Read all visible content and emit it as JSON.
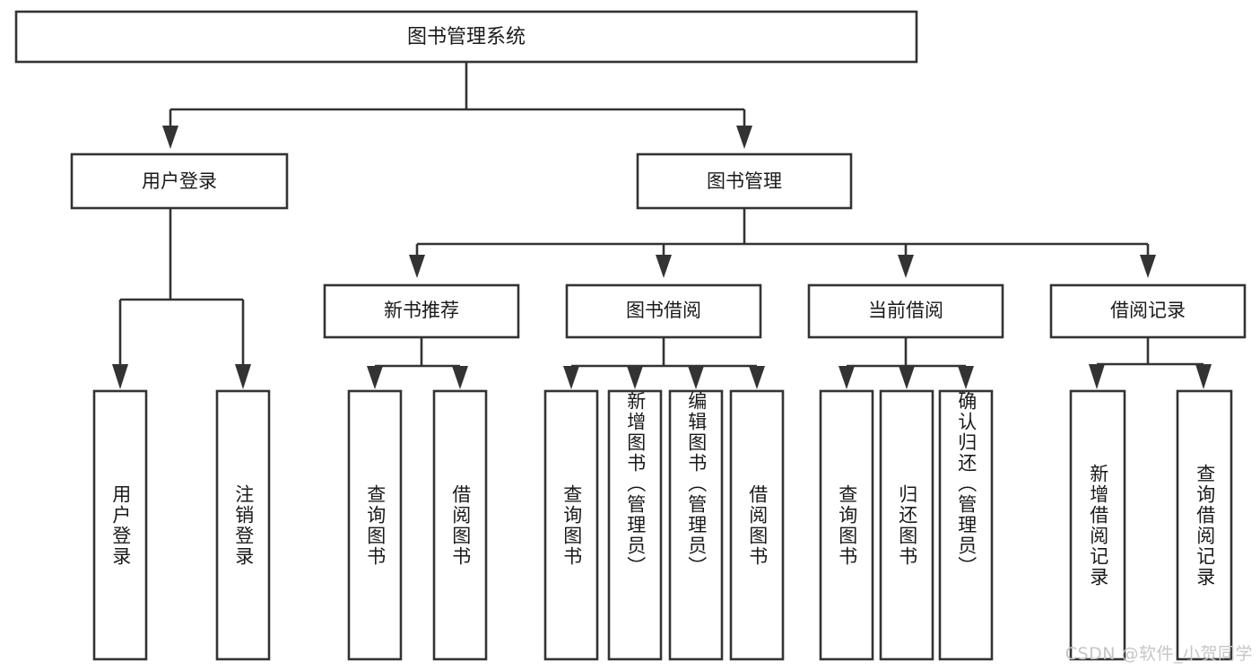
{
  "diagram": {
    "kind": "tree",
    "title_node": {
      "id": "root",
      "label": "图书管理系统"
    },
    "level1": [
      {
        "id": "user-login",
        "label": "用户登录"
      },
      {
        "id": "book-manage",
        "label": "图书管理"
      }
    ],
    "level2": [
      {
        "id": "new-book-recommend",
        "label": "新书推荐",
        "parent": "book-manage"
      },
      {
        "id": "book-borrow",
        "label": "图书借阅",
        "parent": "book-manage"
      },
      {
        "id": "current-borrow",
        "label": "当前借阅",
        "parent": "book-manage"
      },
      {
        "id": "borrow-record",
        "label": "借阅记录",
        "parent": "book-manage"
      }
    ],
    "leaves": [
      {
        "id": "leaf-user-login",
        "label": "用户登录",
        "parent": "user-login"
      },
      {
        "id": "leaf-logout-login",
        "label": "注销登录",
        "parent": "user-login"
      },
      {
        "id": "leaf-query-book-1",
        "label": "查询图书",
        "parent": "new-book-recommend"
      },
      {
        "id": "leaf-borrow-book-1",
        "label": "借阅图书",
        "parent": "new-book-recommend"
      },
      {
        "id": "leaf-query-book-2",
        "label": "查询图书",
        "parent": "book-borrow"
      },
      {
        "id": "leaf-add-book",
        "label": "新增图书（管理员）",
        "parent": "book-borrow"
      },
      {
        "id": "leaf-edit-book",
        "label": "编辑图书（管理员）",
        "parent": "book-borrow"
      },
      {
        "id": "leaf-borrow-book-2",
        "label": "借阅图书",
        "parent": "book-borrow"
      },
      {
        "id": "leaf-query-book-3",
        "label": "查询图书",
        "parent": "current-borrow"
      },
      {
        "id": "leaf-return-book",
        "label": "归还图书",
        "parent": "current-borrow"
      },
      {
        "id": "leaf-confirm-return",
        "label": "确认归还（管理员）",
        "parent": "current-borrow"
      },
      {
        "id": "leaf-add-record",
        "label": "新增借阅记录",
        "parent": "borrow-record"
      },
      {
        "id": "leaf-query-record",
        "label": "查询借阅记录",
        "parent": "borrow-record"
      }
    ],
    "colors": {
      "background": "#ffffff",
      "box_fill": "#ffffff",
      "stroke": "#333333",
      "text": "#1a1a1a",
      "watermark": "#c6c6c6"
    }
  },
  "watermark": {
    "text": "CSDN @软件_小贺同学"
  }
}
